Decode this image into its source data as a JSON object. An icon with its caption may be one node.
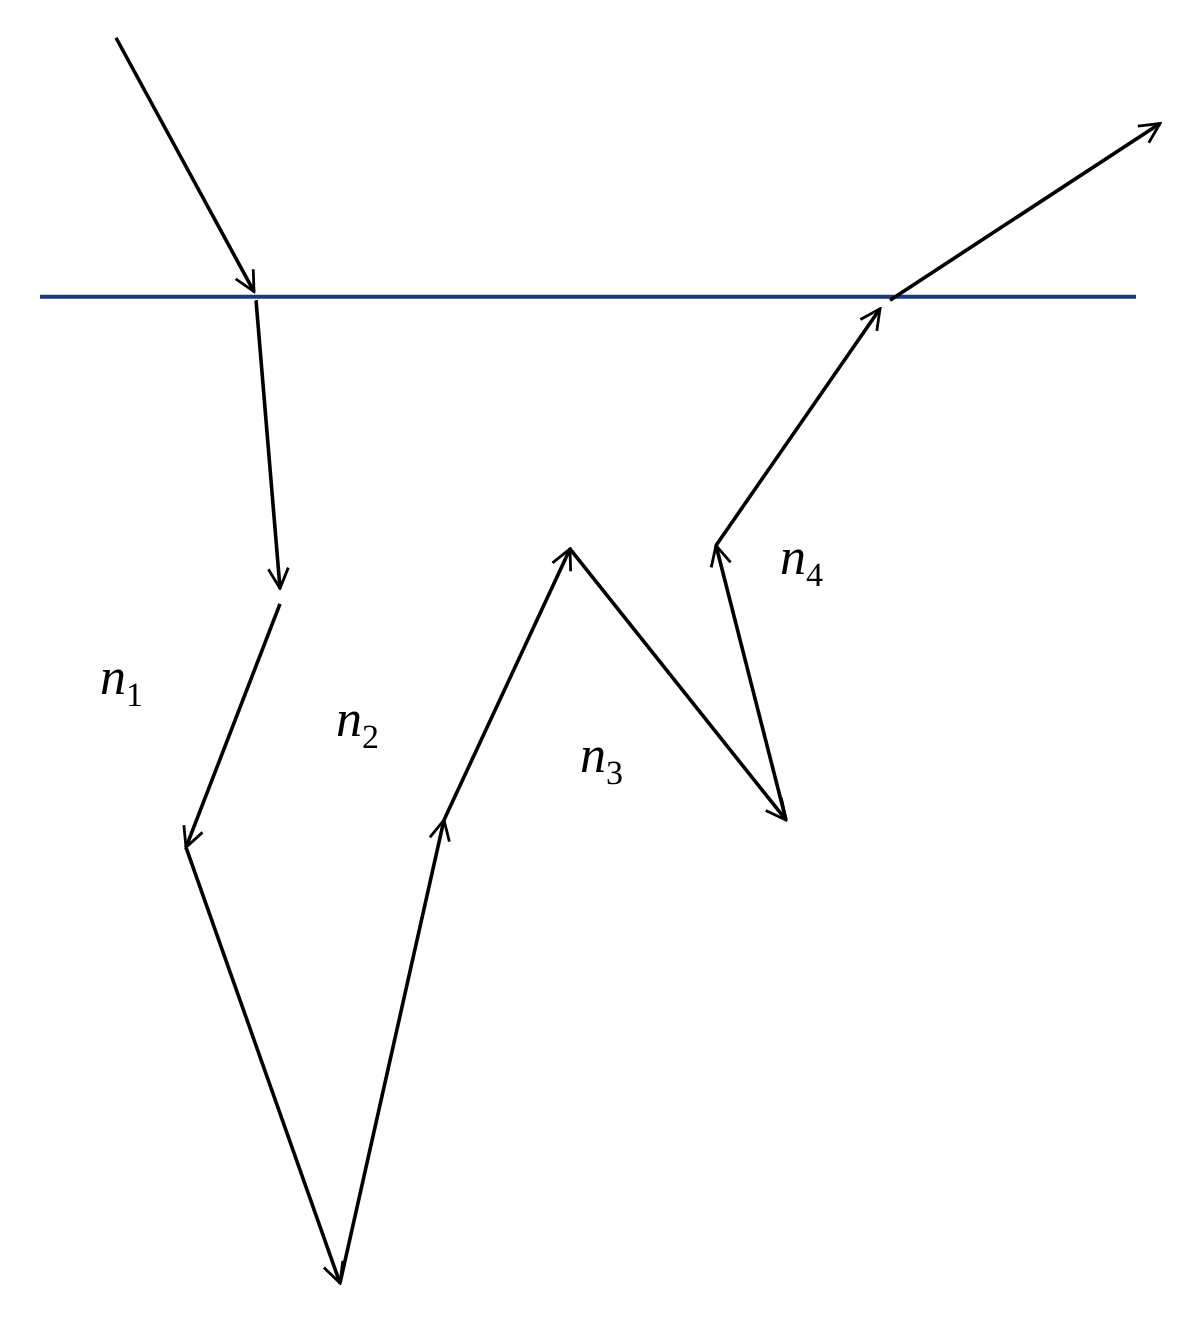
{
  "diagram": {
    "labels": [
      "*n*$_{1}$",
      "*n*$_{2}$",
      "*n*$_{3}$",
      "*n*$_{4}$"
    ]
  }
}
